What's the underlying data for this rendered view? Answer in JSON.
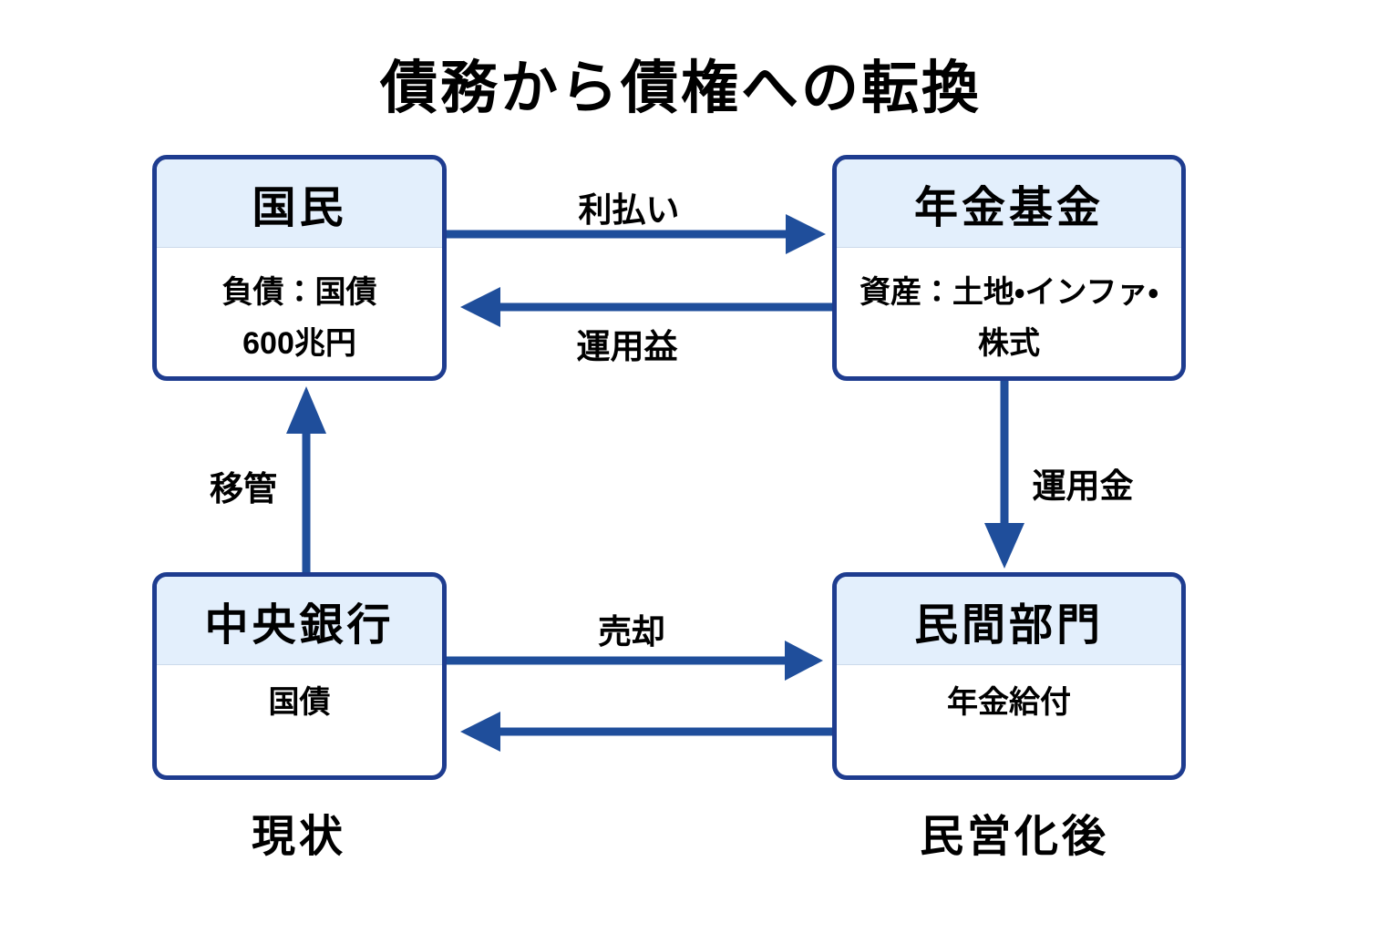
{
  "title": "債務から債権への転換",
  "nodes": {
    "citizens": {
      "title": "国民",
      "body": [
        "負債：国債",
        "600兆円"
      ]
    },
    "pension_fund": {
      "title": "年金基金",
      "body": [
        "資産：土地・インファ・",
        "株式"
      ]
    },
    "central_bank": {
      "title": "中央銀行",
      "body": [
        "国債"
      ]
    },
    "private_sector": {
      "title": "民間部門",
      "body": [
        "年金給付"
      ]
    }
  },
  "arrows": {
    "interest_payment": {
      "label": "利払い",
      "from": "国民",
      "to": "年金基金",
      "direction": "right"
    },
    "investment_returns": {
      "label": "運用益",
      "from": "年金基金",
      "to": "国民",
      "direction": "left"
    },
    "transfer": {
      "label": "移管",
      "from": "中央銀行",
      "to": "国民",
      "direction": "up"
    },
    "investment_funds": {
      "label": "運用金",
      "from": "年金基金",
      "to": "民間部門",
      "direction": "down"
    },
    "sale": {
      "label": "売却",
      "from": "中央銀行",
      "to": "民間部門",
      "direction": "right"
    },
    "return_flow": {
      "label": "",
      "from": "民間部門",
      "to": "中央銀行",
      "direction": "left"
    }
  },
  "captions": {
    "left": "現状",
    "right": "民営化後"
  },
  "colors": {
    "box_border": "#1e3c8f",
    "arrow": "#1f4e9b",
    "header_bg": "#e3effc",
    "body_bg": "#ffffff",
    "text": "#000000"
  }
}
